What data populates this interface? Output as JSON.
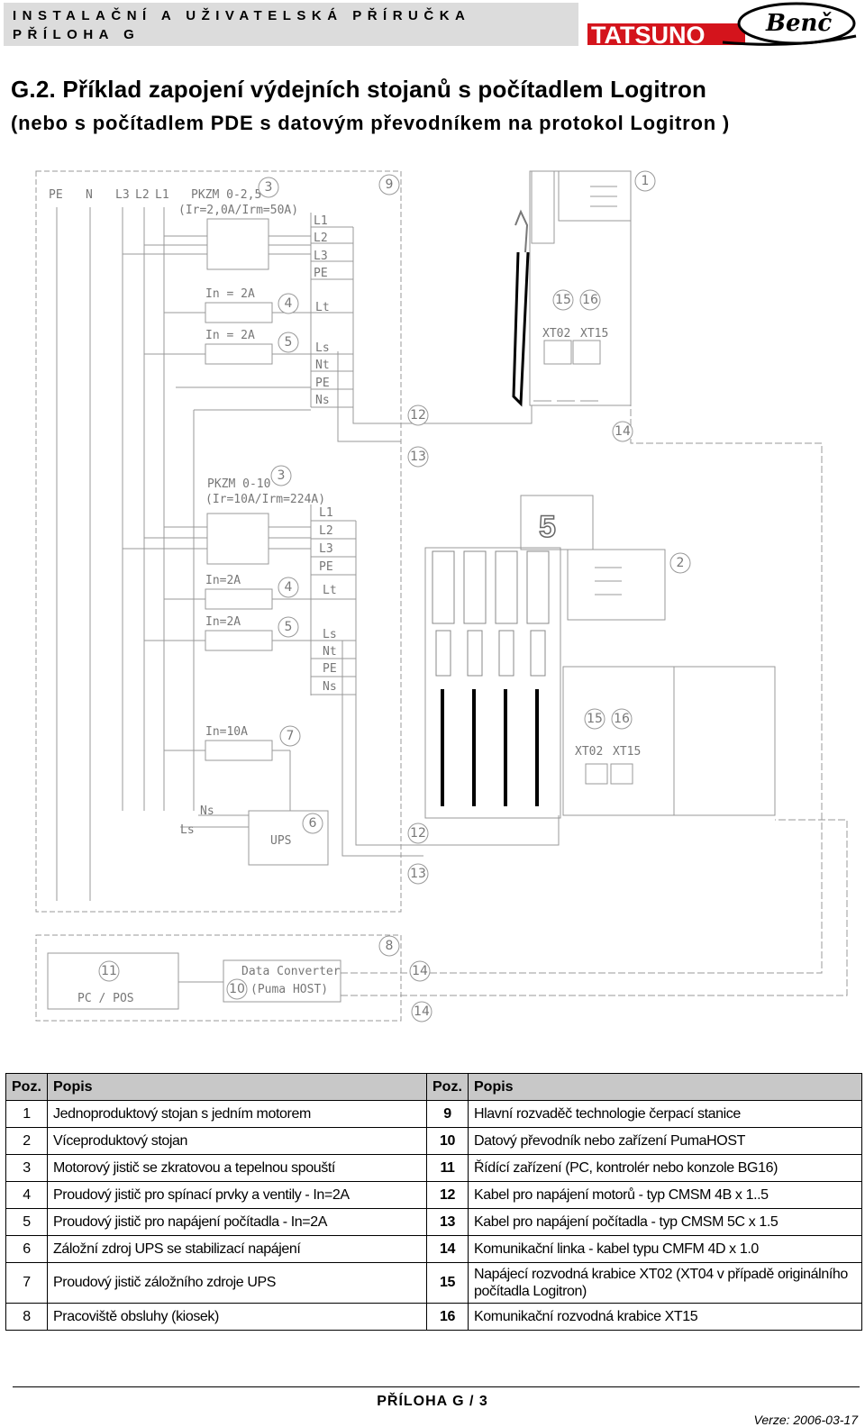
{
  "header": {
    "line1": "INSTALAČNÍ A UŽIVATELSKÁ PŘÍRUČKA",
    "line2": "PŘÍLOHA G",
    "logo_brand": "TATSUNO",
    "logo_script": "Benč"
  },
  "title": "G.2. Příklad zapojení výdejních stojanů s počítadlem Logitron",
  "subtitle": "(nebo s počítadlem PDE s datovým převodníkem na protokol Logitron )",
  "diagram": {
    "col_labels": [
      "PE",
      "N",
      "L3",
      "L2",
      "L1"
    ],
    "breaker_a_label": "PKZM 0-2,5",
    "breaker_a_range": "(Ir=2,0A/Irm=50A)",
    "breaker_b_label": "PKZM 0-10",
    "breaker_b_range": "(Ir=10A/Irm=224A)",
    "in_2a_1": "In = 2A",
    "in_2a_2": "In = 2A",
    "in_2a_3": "In=2A",
    "in_2a_4": "In=2A",
    "in_10a": "In=10A",
    "terms_a1": [
      "L1",
      "L2",
      "L3",
      "PE"
    ],
    "term_lt_a": "Lt",
    "terms_a2": [
      "Ls",
      "Nt",
      "PE",
      "Ns"
    ],
    "terms_b1": [
      "L1",
      "L2",
      "L3",
      "PE"
    ],
    "term_lt_b": "Lt",
    "terms_b2": [
      "Ls",
      "Nt",
      "PE",
      "Ns"
    ],
    "ups_ns": "Ns",
    "ups_ls": "Ls",
    "ups": "UPS",
    "data_converter": "Data Converter",
    "puma_host": "(Puma HOST)",
    "pc_pos": "PC / POS",
    "xt02": "XT02",
    "xt15": "XT15",
    "big5": "5",
    "n1": "1",
    "n2": "2",
    "n3": "3",
    "n4": "4",
    "n5": "5",
    "n6": "6",
    "n7": "7",
    "n8": "8",
    "n9": "9",
    "n10": "10",
    "n11": "11",
    "n12": "12",
    "n13": "13",
    "n14": "14",
    "n15": "15",
    "n16": "16"
  },
  "table": {
    "headers": [
      "Poz.",
      "Popis",
      "Poz.",
      "Popis"
    ],
    "rows": [
      {
        "l_num": "1",
        "l_desc": "Jednoproduktový stojan s jedním motorem",
        "r_num": "9",
        "r_desc": "Hlavní rozvaděč technologie čerpací stanice"
      },
      {
        "l_num": "2",
        "l_desc": "Víceproduktový stojan",
        "r_num": "10",
        "r_desc": "Datový převodník nebo zařízení PumaHOST"
      },
      {
        "l_num": "3",
        "l_desc": "Motorový jistič se zkratovou a tepelnou spouští",
        "r_num": "11",
        "r_desc": "Řídící zařízení (PC, kontrolér nebo konzole BG16)"
      },
      {
        "l_num": "4",
        "l_desc": "Proudový jistič pro spínací prvky a ventily - In=2A",
        "r_num": "12",
        "r_desc": "Kabel pro napájení motorů  - typ CMSM 4B x 1..5"
      },
      {
        "l_num": "5",
        "l_desc": "Proudový jistič pro napájení počítadla - In=2A",
        "r_num": "13",
        "r_desc": "Kabel pro napájení  počítadla - typ CMSM 5C x 1.5"
      },
      {
        "l_num": "6",
        "l_desc": "Záložní zdroj UPS se stabilizací napájení",
        "r_num": "14",
        "r_desc": "Komunikační linka - kabel typu CMFM 4D x 1.0"
      },
      {
        "l_num": "7",
        "l_desc": "Proudový jistič záložního zdroje UPS",
        "r_num": "15",
        "r_desc": "Napájecí rozvodná krabice XT02 (XT04 v případě originálního počítadla Logitron)"
      },
      {
        "l_num": "8",
        "l_desc": "Pracoviště obsluhy (kiosek)",
        "r_num": "16",
        "r_desc": "Komunikační rozvodná krabice XT15"
      }
    ]
  },
  "footer": {
    "page": "PŘÍLOHA G  / 3",
    "version": "Verze: 2006-03-17"
  },
  "colors": {
    "header_band": "#dcdcdc",
    "logo_red": "#d4141c",
    "diagram_line": "#888888",
    "table_header": "#c8c8c8"
  }
}
